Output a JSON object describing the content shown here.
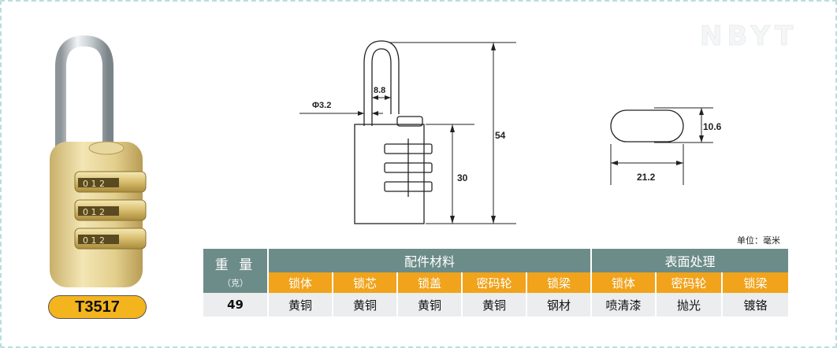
{
  "watermark": "NBYT",
  "model": "T3517",
  "unit_label": "单位：毫米",
  "dimensions": {
    "shackle_diameter": "Φ3.2",
    "shackle_inner_width": "8.8",
    "body_height": "30",
    "total_height": "54",
    "cross_section_height": "10.6",
    "cross_section_width": "21.2"
  },
  "table": {
    "weight_label": "重 量",
    "weight_unit": "（克）",
    "group_materials": "配件材料",
    "group_surface": "表面处理",
    "columns": [
      "锁体",
      "锁芯",
      "锁盖",
      "密码轮",
      "锁梁",
      "锁体",
      "密码轮",
      "锁梁"
    ],
    "weight_value": "49",
    "values": [
      "黄铜",
      "黄铜",
      "黄铜",
      "黄铜",
      "钢材",
      "喷清漆",
      "抛光",
      "镀铬"
    ]
  },
  "colors": {
    "header_teal": "#6c8c89",
    "header_orange": "#f0a31b",
    "badge": "#f3b41e"
  }
}
